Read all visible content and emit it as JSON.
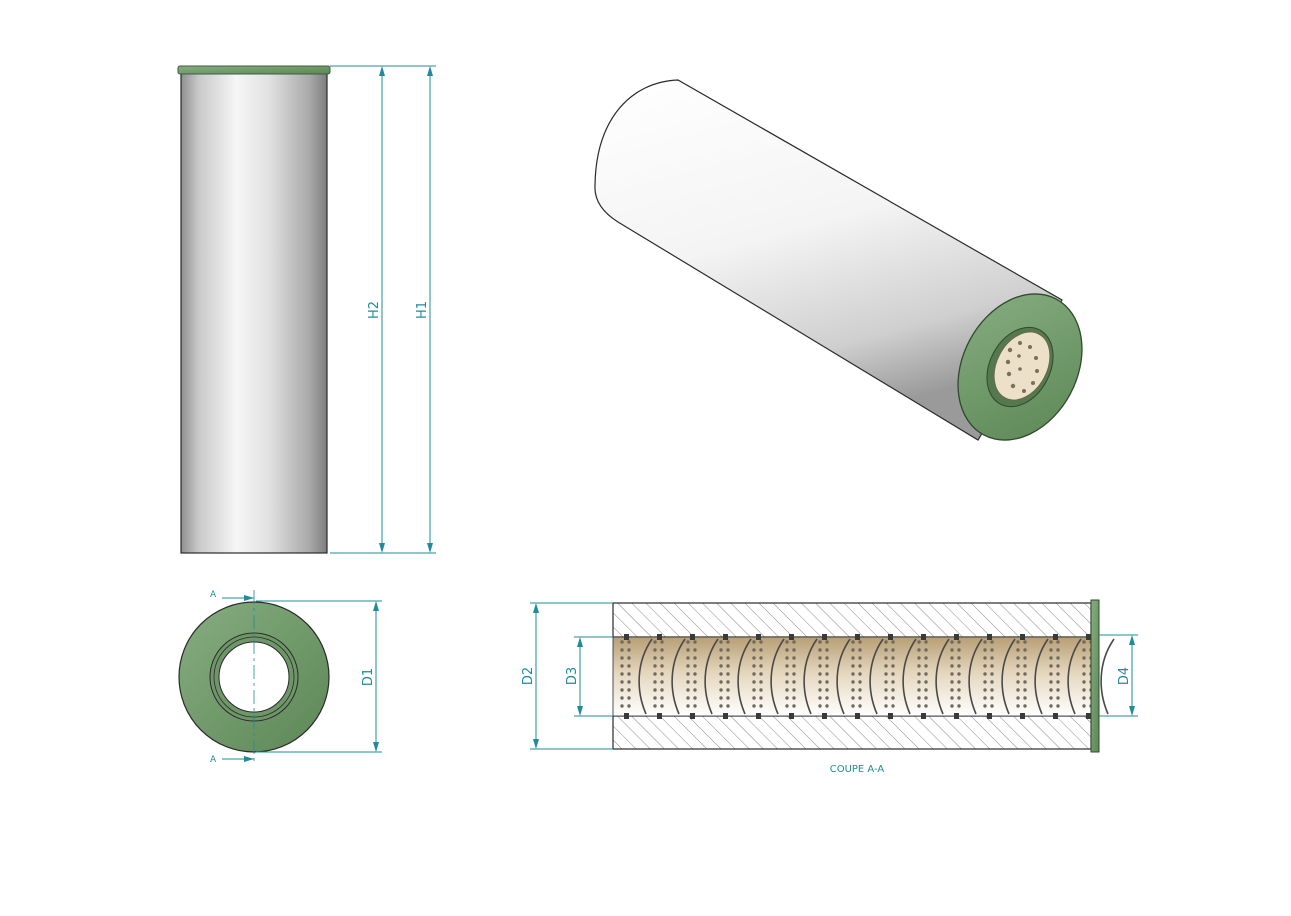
{
  "drawing": {
    "dimensions": {
      "h1": "H1",
      "h2": "H2",
      "d1": "D1",
      "d2": "D2",
      "d3": "D3",
      "d4": "D4"
    },
    "section_marks": {
      "top": "A",
      "bottom": "A"
    },
    "section_caption": "COUPE A-A"
  },
  "colors": {
    "end_cap": "#6f9a68",
    "end_cap_dark": "#4c7447",
    "dimension_line": "#1f8c9a",
    "media_tan": "#c8b391",
    "hatch": "#8a8a8a"
  }
}
